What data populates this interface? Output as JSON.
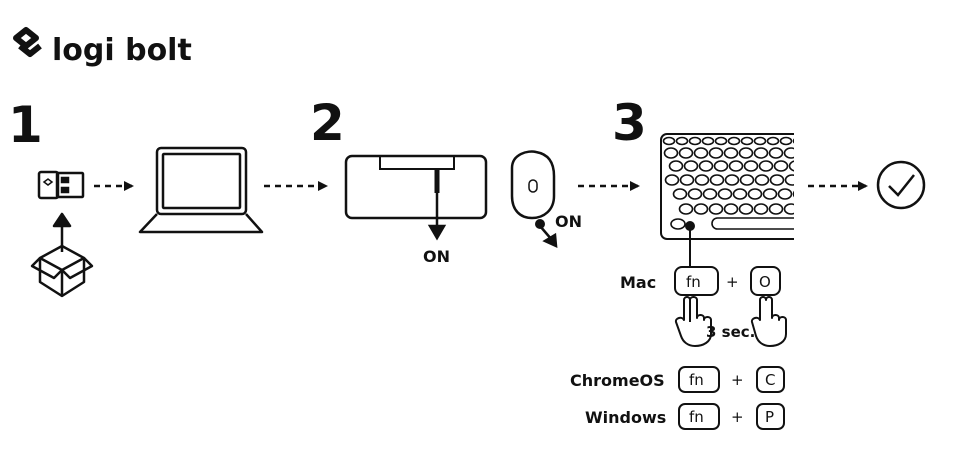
{
  "brand": {
    "name": "logi bolt",
    "icon": "logi-bolt-logo"
  },
  "steps": [
    {
      "number": "1"
    },
    {
      "number": "2",
      "on_label": "ON"
    },
    {
      "number": "3",
      "on_label": "ON"
    }
  ],
  "pairing": {
    "mac": {
      "label": "Mac",
      "key1": "fn",
      "plus": "+",
      "key2": "O",
      "hold": "3 sec."
    },
    "chromeos": {
      "label": "ChromeOS",
      "key1": "fn",
      "plus": "+",
      "key2": "C"
    },
    "windows": {
      "label": "Windows",
      "key1": "fn",
      "plus": "+",
      "key2": "P"
    }
  },
  "icons": [
    "usb-receiver-icon",
    "box-unpack-icon",
    "laptop-icon",
    "keyboard-battery-pull-tab-icon",
    "mouse-icon",
    "keyboard-icon",
    "hand-press-icon",
    "checkmark-circle-icon"
  ],
  "colors": {
    "ink": "#111111",
    "background": "#ffffff"
  }
}
